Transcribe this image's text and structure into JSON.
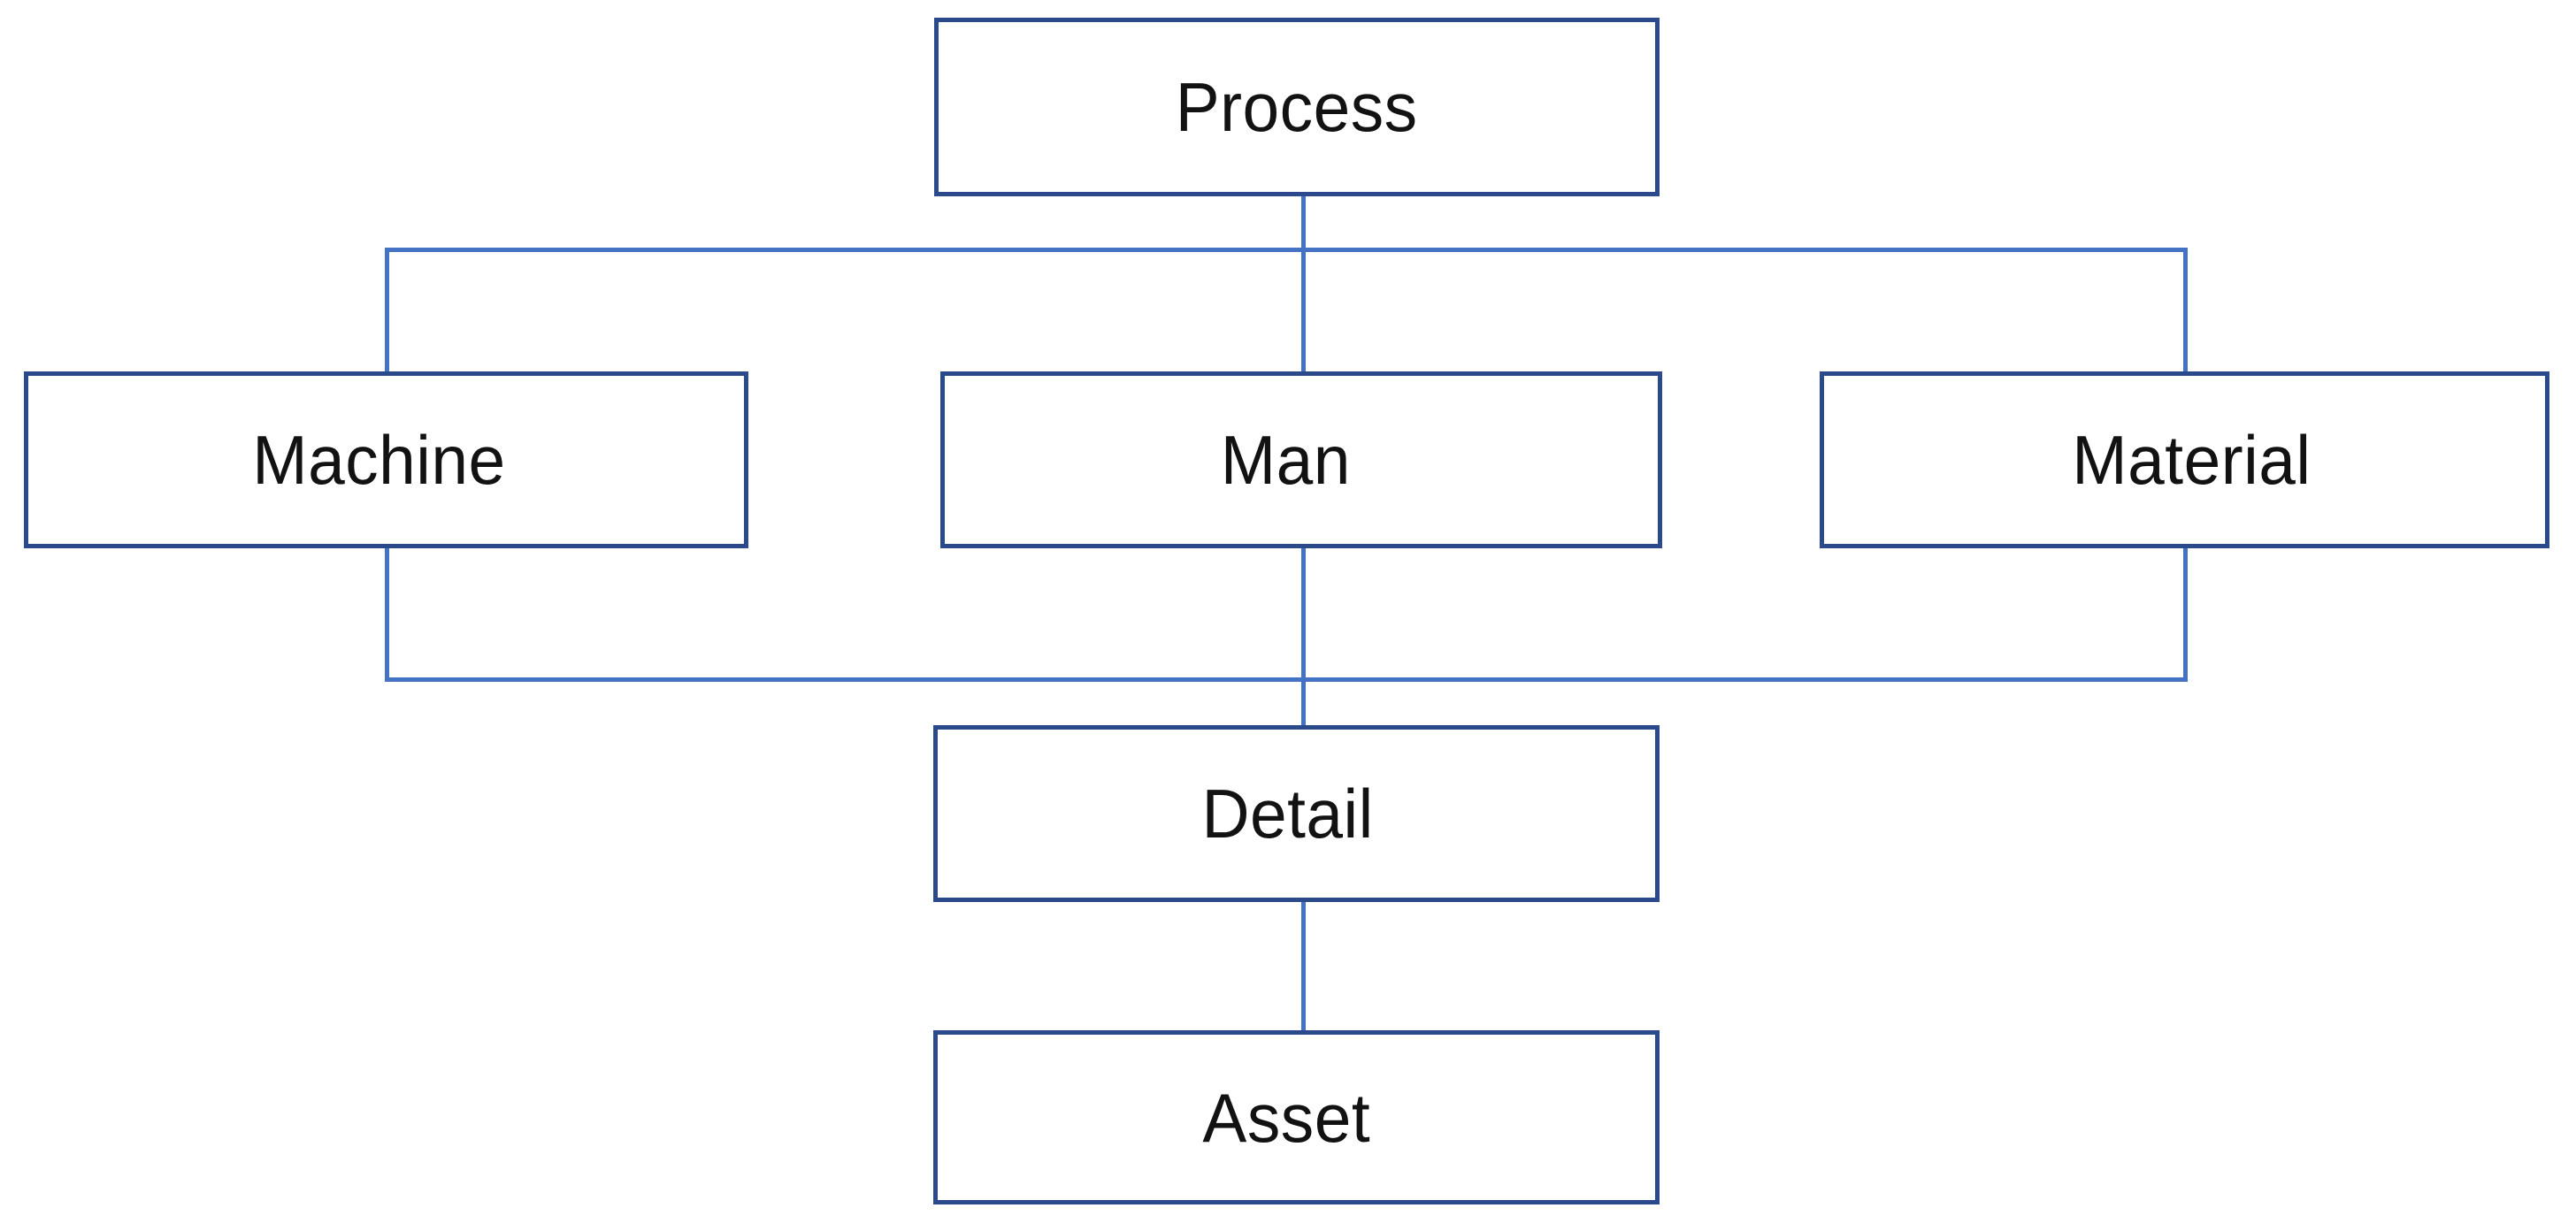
{
  "diagram": {
    "type": "hierarchy-flow-chart",
    "background_color": "#ffffff",
    "box_border_color": "#2a4a8b",
    "connector_color": "#4472c4",
    "text_color": "#121212",
    "nodes": [
      {
        "id": "process",
        "label": "Process",
        "level": 1
      },
      {
        "id": "machine",
        "label": "Machine",
        "level": 2
      },
      {
        "id": "man",
        "label": "Man",
        "level": 2
      },
      {
        "id": "material",
        "label": "Material",
        "level": 2
      },
      {
        "id": "detail",
        "label": "Detail",
        "level": 3
      },
      {
        "id": "asset",
        "label": "Asset",
        "level": 4
      }
    ],
    "edges": [
      {
        "from": "process",
        "to": "machine"
      },
      {
        "from": "process",
        "to": "man"
      },
      {
        "from": "process",
        "to": "material"
      },
      {
        "from": "machine",
        "to": "detail"
      },
      {
        "from": "man",
        "to": "detail"
      },
      {
        "from": "material",
        "to": "detail"
      },
      {
        "from": "detail",
        "to": "asset"
      }
    ]
  }
}
